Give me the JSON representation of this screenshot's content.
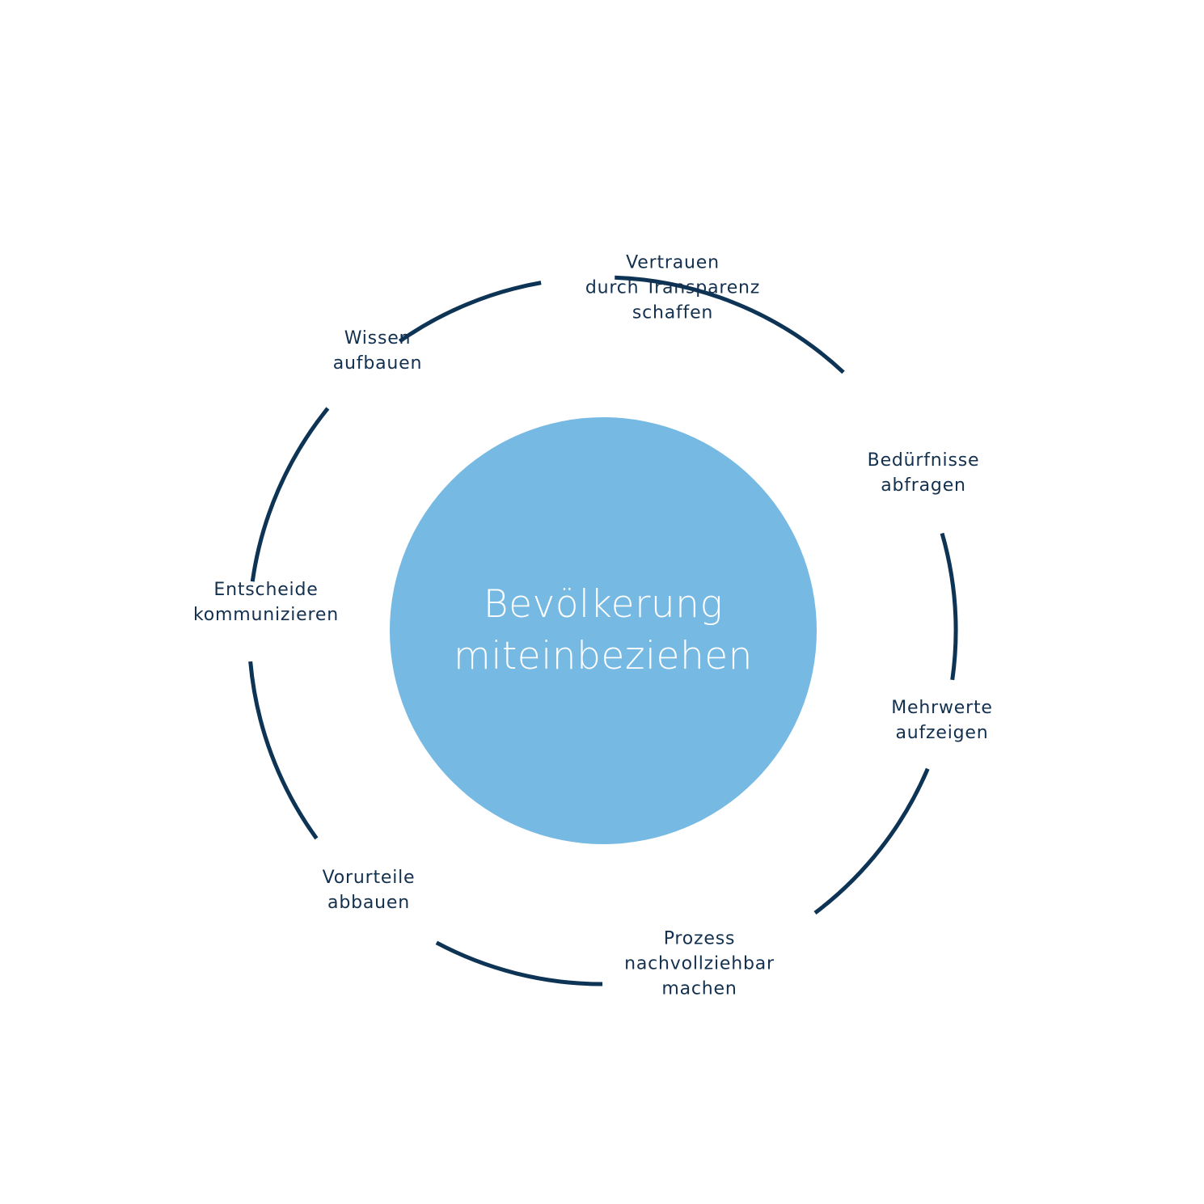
{
  "colors": {
    "ring": "#0d3355",
    "label": "#13304f",
    "center_fill": "#76b9e3",
    "center_text": "#ffffff",
    "background": "#ffffff"
  },
  "center": {
    "line1": "Bevölkerung",
    "line2": "miteinbeziehen"
  },
  "nodes": [
    {
      "id": "vertrauen",
      "lines": [
        "Vertrauen",
        "durch Transparenz",
        "schaffen"
      ]
    },
    {
      "id": "beduerfnisse",
      "lines": [
        "Bedürfnisse",
        "abfragen"
      ]
    },
    {
      "id": "mehrwerte",
      "lines": [
        "Mehrwerte",
        "aufzeigen"
      ]
    },
    {
      "id": "prozess",
      "lines": [
        "Prozess",
        "nachvollziehbar",
        "machen"
      ]
    },
    {
      "id": "vorurteile",
      "lines": [
        "Vorurteile",
        "abbauen"
      ]
    },
    {
      "id": "entscheide",
      "lines": [
        "Entscheide",
        "kommunizieren"
      ]
    },
    {
      "id": "wissen",
      "lines": [
        "Wissen",
        "aufbauen"
      ]
    }
  ]
}
